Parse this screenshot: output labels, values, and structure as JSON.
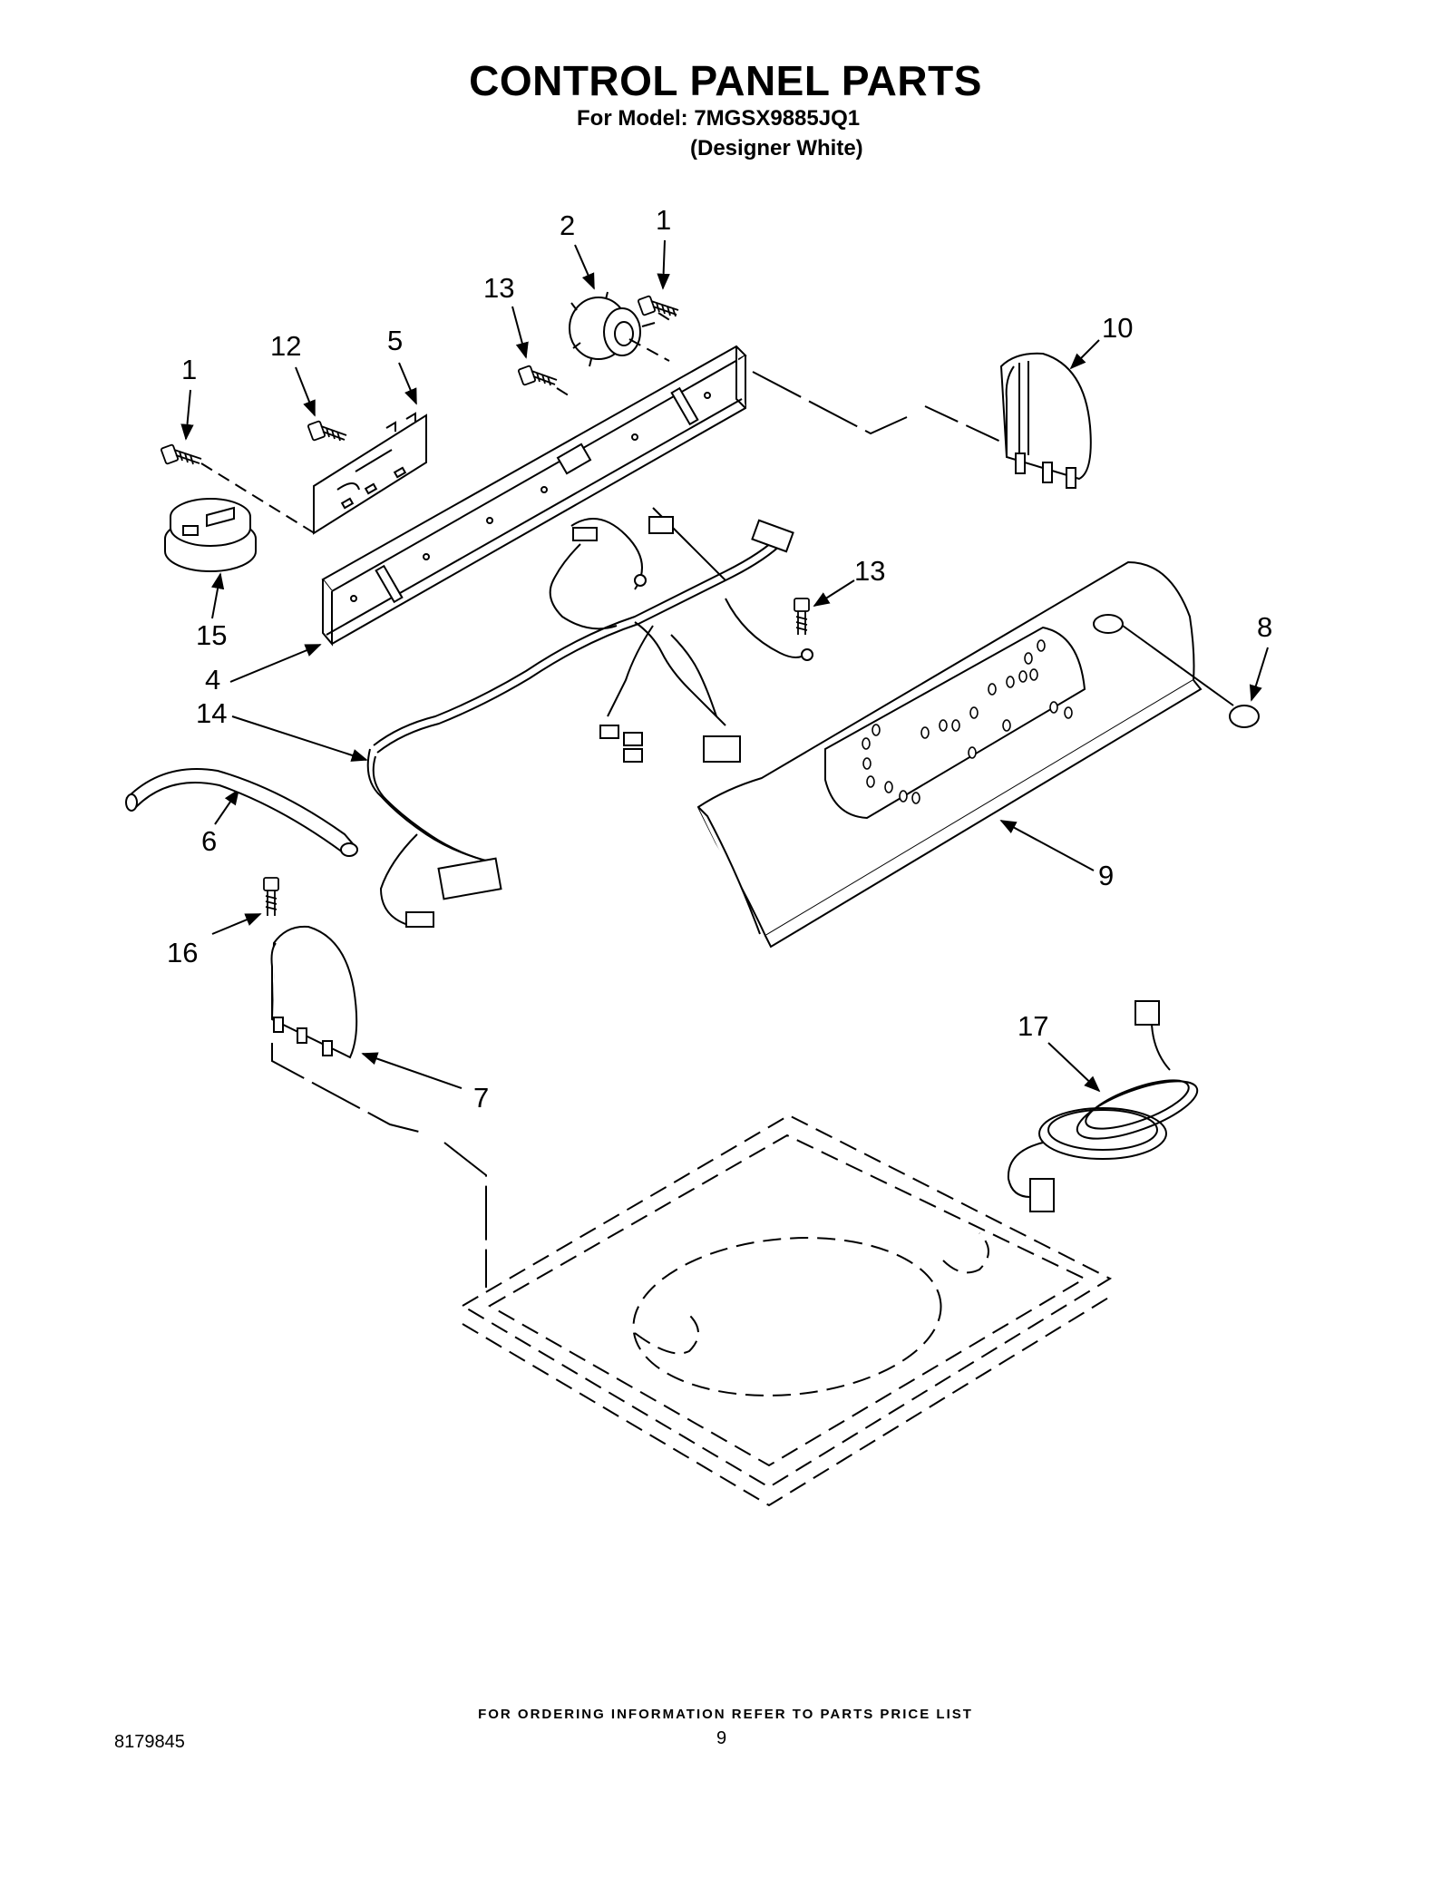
{
  "header": {
    "title": "CONTROL PANEL PARTS",
    "model_line": "For Model: 7MGSX9885JQ1",
    "variant_line": "(Designer White)"
  },
  "callouts": [
    "1",
    "2",
    "1",
    "13",
    "12",
    "5",
    "10",
    "13",
    "8",
    "15",
    "4",
    "14",
    "6",
    "9",
    "16",
    "7",
    "17"
  ],
  "footer": {
    "ordering_note": "FOR ORDERING INFORMATION REFER TO PARTS PRICE LIST",
    "doc_number": "8179845",
    "page_number": "9"
  }
}
